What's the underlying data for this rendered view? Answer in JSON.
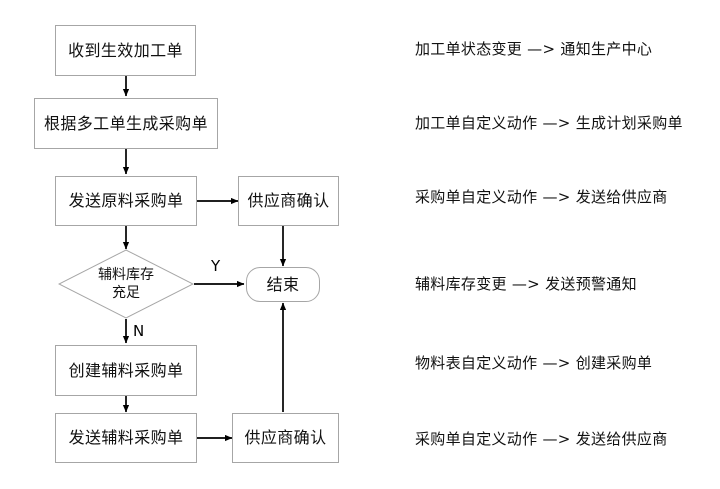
{
  "diagram": {
    "type": "flowchart",
    "title": "",
    "colors": {
      "background": "#ffffff",
      "node_border": "#a6a6a6",
      "node_fill": "#ffffff",
      "connector": "#000000",
      "text": "#111111"
    },
    "nodes": [
      {
        "id": "n1",
        "label": "收到生效加工单",
        "shape": "rectangle"
      },
      {
        "id": "n2",
        "label": "根据多工单生成采购单",
        "shape": "rectangle"
      },
      {
        "id": "n3",
        "label": "发送原料采购单",
        "shape": "rectangle"
      },
      {
        "id": "n4",
        "label": "供应商确认",
        "shape": "rectangle"
      },
      {
        "id": "n5",
        "label_line1": "辅料库存",
        "label_line2": "充足",
        "shape": "diamond"
      },
      {
        "id": "n6",
        "label": "结束",
        "shape": "rounded-rectangle"
      },
      {
        "id": "n7",
        "label": "创建辅料采购单",
        "shape": "rectangle"
      },
      {
        "id": "n8",
        "label": "发送辅料采购单",
        "shape": "rectangle"
      },
      {
        "id": "n9",
        "label": "供应商确认",
        "shape": "rectangle"
      }
    ],
    "edge_labels": {
      "yes": "Y",
      "no": "N"
    },
    "notes": [
      {
        "id": "note1",
        "text": "加工单状态变更 —> 通知生产中心"
      },
      {
        "id": "note2",
        "text": "加工单自定义动作 —> 生成计划采购单"
      },
      {
        "id": "note3",
        "text": "采购单自定义动作 —> 发送给供应商"
      },
      {
        "id": "note4",
        "text": "辅料库存变更 —> 发送预警通知"
      },
      {
        "id": "note5",
        "text": "物料表自定义动作 —> 创建采购单"
      },
      {
        "id": "note6",
        "text": "采购单自定义动作 —> 发送给供应商"
      }
    ]
  }
}
